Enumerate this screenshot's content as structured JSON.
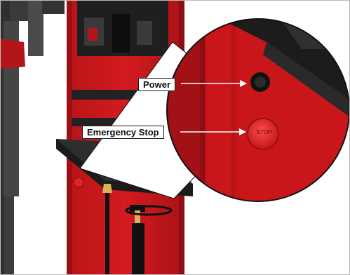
{
  "callouts": {
    "power": "Power",
    "emergency_stop": "Emergency Stop"
  },
  "stop_button": {
    "text": "STOP"
  },
  "colors": {
    "machine_red": "#c8161b",
    "dark_red": "#8c0e12",
    "black_part": "#2a2a2a",
    "magnifier_outline": "#111111"
  }
}
